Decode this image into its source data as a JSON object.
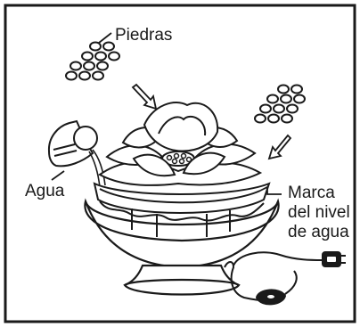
{
  "labels": {
    "stones": "Piedras",
    "water": "Agua",
    "water_line_1": "Marca",
    "water_line_2": "del nivel",
    "water_line_3": "de agua"
  },
  "colors": {
    "ink": "#1a1a1a",
    "background": "#ffffff"
  }
}
